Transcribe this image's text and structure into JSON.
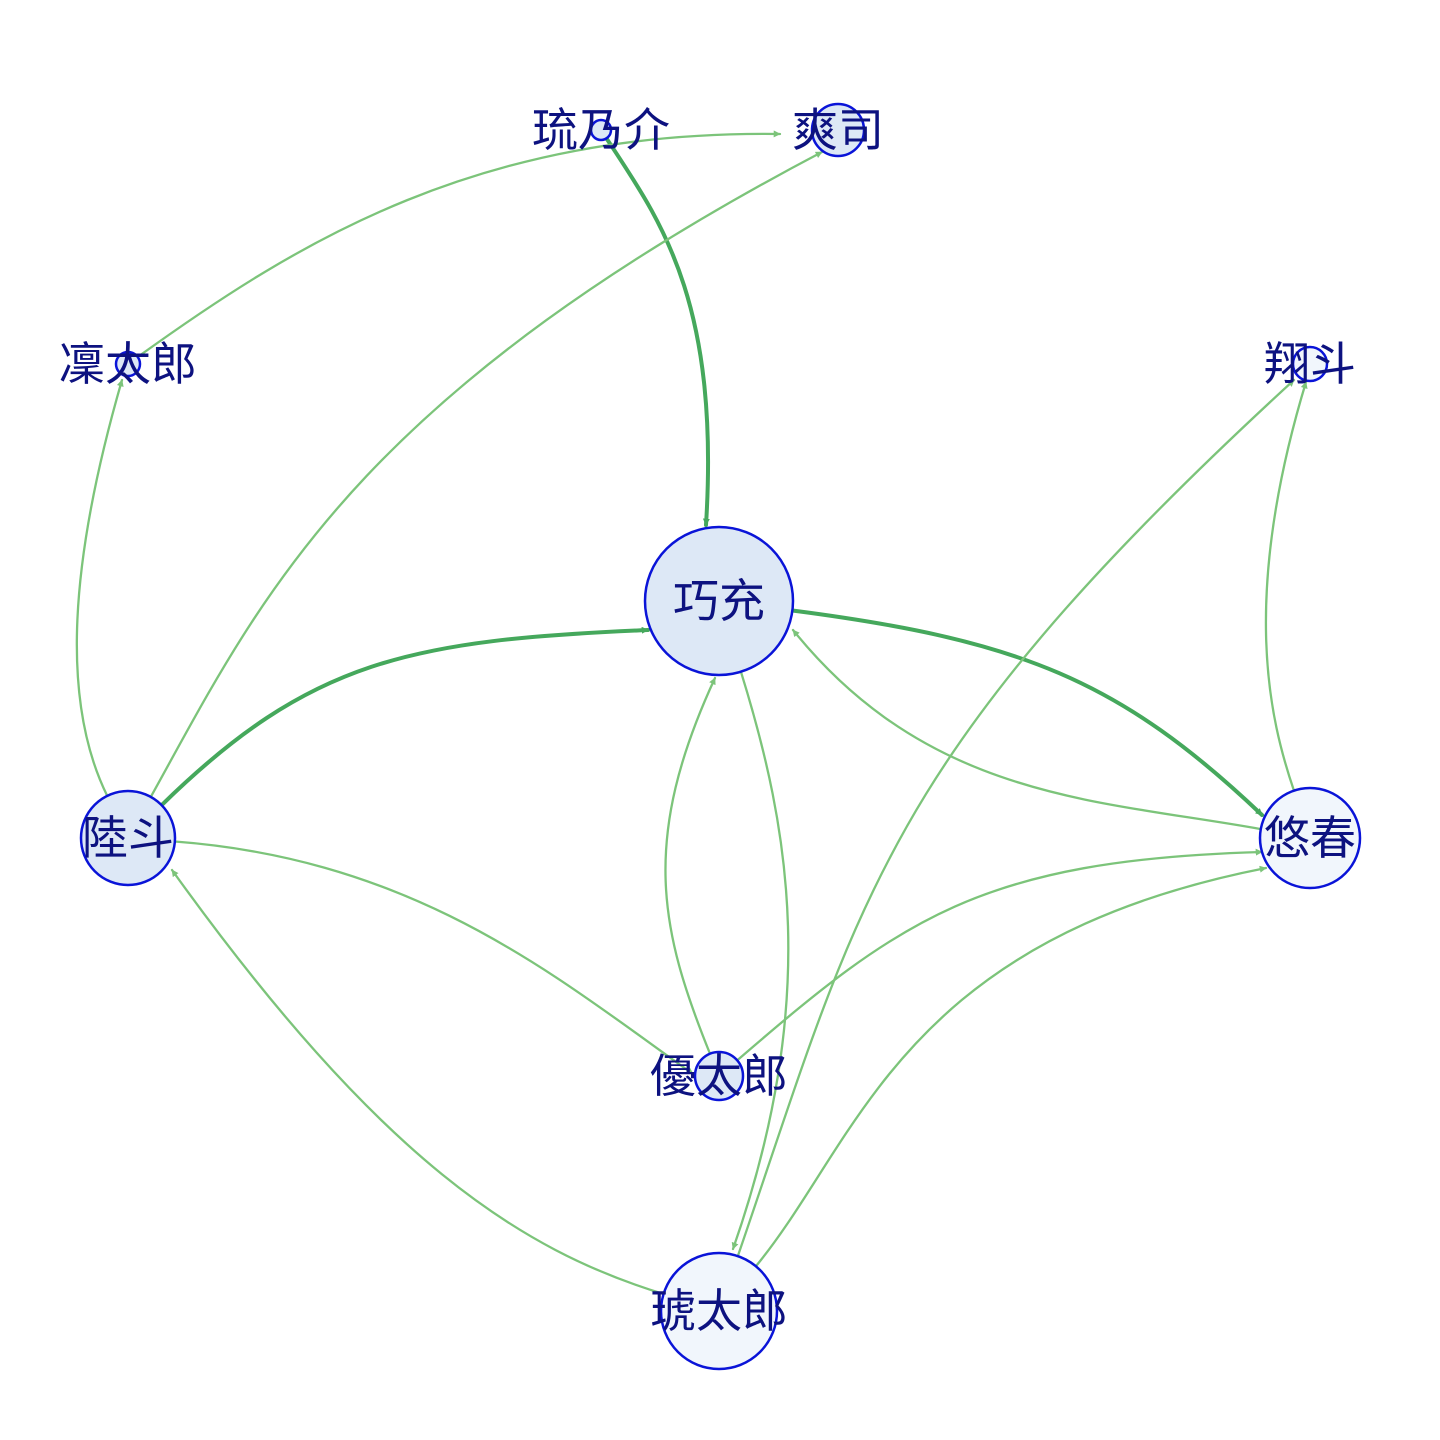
{
  "colors": {
    "edge": "#7cc47a",
    "edge_strong": "#45a85c",
    "node_stroke": "#0a14d8",
    "label": "#0d1280",
    "node_fill_dark": "#dde8f6",
    "node_fill_light": "#f1f6fc"
  },
  "nodes": [
    {
      "id": "n_takumi",
      "label": "巧充",
      "fill": "light_blue"
    },
    {
      "id": "n_rikuto",
      "label": "陸斗",
      "fill": "light_blue"
    },
    {
      "id": "n_haru",
      "label": "悠春",
      "fill": "pale_blue"
    },
    {
      "id": "n_kotaro",
      "label": "琥太郎",
      "fill": "pale_blue"
    },
    {
      "id": "n_yutaro",
      "label": "優太郎",
      "fill": "light_blue"
    },
    {
      "id": "n_rintaro",
      "label": "凜太郎",
      "fill": "light_blue"
    },
    {
      "id": "n_runosuke",
      "label": "琉乃介",
      "fill": "light_blue"
    },
    {
      "id": "n_soji",
      "label": "爽司",
      "fill": "light_blue"
    },
    {
      "id": "n_shoto",
      "label": "翔斗",
      "fill": "pale_blue"
    }
  ],
  "edges": [
    {
      "from": "琉乃介",
      "to": "巧充",
      "strength": "strong"
    },
    {
      "from": "陸斗",
      "to": "巧充",
      "strength": "strong"
    },
    {
      "from": "巧充",
      "to": "悠春",
      "strength": "strong"
    },
    {
      "from": "悠春",
      "to": "巧充",
      "strength": "normal"
    },
    {
      "from": "優太郎",
      "to": "巧充",
      "strength": "normal"
    },
    {
      "from": "巧充",
      "to": "琥太郎",
      "strength": "normal"
    },
    {
      "from": "陸斗",
      "to": "凜太郎",
      "strength": "normal"
    },
    {
      "from": "陸斗",
      "to": "爽司",
      "strength": "normal"
    },
    {
      "from": "陸斗",
      "to": "優太郎",
      "strength": "normal"
    },
    {
      "from": "琥太郎",
      "to": "陸斗",
      "strength": "normal"
    },
    {
      "from": "凜太郎",
      "to": "爽司",
      "strength": "normal"
    },
    {
      "from": "悠春",
      "to": "翔斗",
      "strength": "normal"
    },
    {
      "from": "優太郎",
      "to": "悠春",
      "strength": "normal"
    },
    {
      "from": "琥太郎",
      "to": "悠春",
      "strength": "normal"
    },
    {
      "from": "琥太郎",
      "to": "翔斗",
      "strength": "normal"
    }
  ]
}
